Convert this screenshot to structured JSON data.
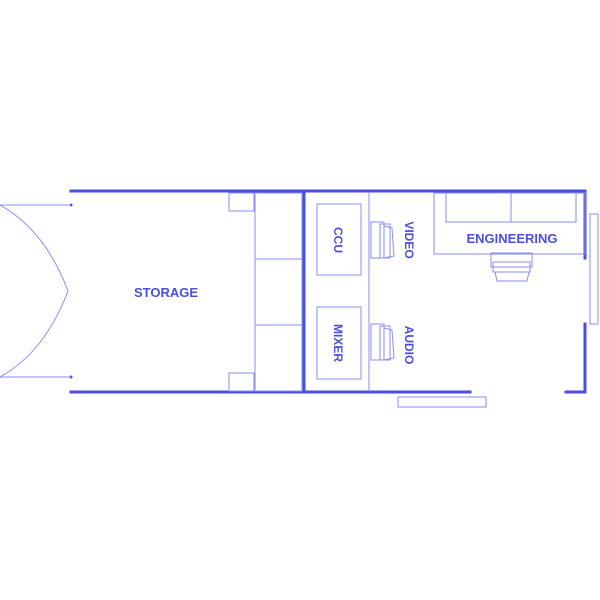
{
  "colors": {
    "wall": "#4b4fe0",
    "fixture": "#8a8df0",
    "background": "#ffffff"
  },
  "rooms": {
    "storage": "STORAGE",
    "ccu": "CCU",
    "mixer": "MIXER",
    "video": "VIDEO",
    "audio": "AUDIO",
    "engineering": "ENGINEERING"
  }
}
